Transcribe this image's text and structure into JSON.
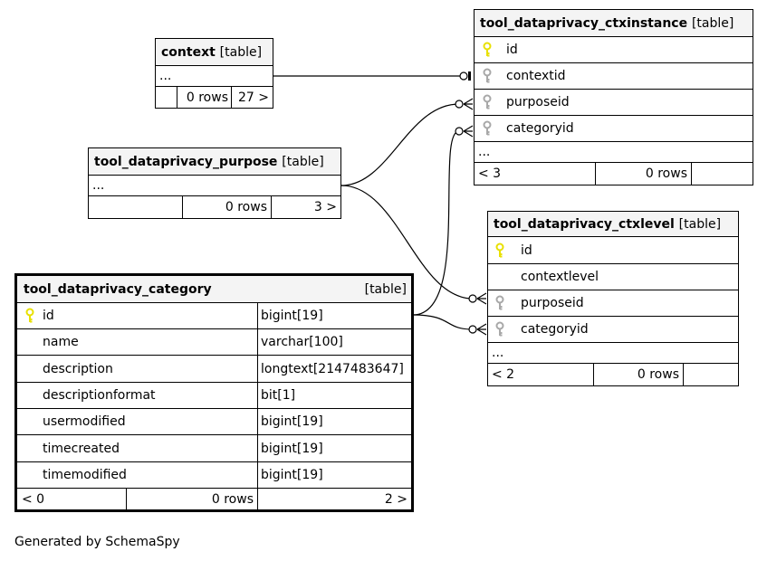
{
  "context": {
    "name": "context",
    "tag": "[table]",
    "ellipsis": "...",
    "rows": "0 rows",
    "children": "27 >"
  },
  "ctxinstance": {
    "name": "tool_dataprivacy_ctxinstance",
    "tag": "[table]",
    "columns": [
      "id",
      "contextid",
      "purposeid",
      "categoryid"
    ],
    "ellipsis": "...",
    "parents": "< 3",
    "rows": "0 rows"
  },
  "purpose": {
    "name": "tool_dataprivacy_purpose",
    "tag": "[table]",
    "ellipsis": "...",
    "rows": "0 rows",
    "children": "3 >"
  },
  "ctxlevel": {
    "name": "tool_dataprivacy_ctxlevel",
    "tag": "[table]",
    "columns": [
      "id",
      "contextlevel",
      "purposeid",
      "categoryid"
    ],
    "ellipsis": "...",
    "parents": "< 2",
    "rows": "0 rows"
  },
  "category": {
    "name": "tool_dataprivacy_category",
    "tag": "[table]",
    "columns": [
      {
        "name": "id",
        "type": "bigint[19]"
      },
      {
        "name": "name",
        "type": "varchar[100]"
      },
      {
        "name": "description",
        "type": "longtext[2147483647]"
      },
      {
        "name": "descriptionformat",
        "type": "bit[1]"
      },
      {
        "name": "usermodified",
        "type": "bigint[19]"
      },
      {
        "name": "timecreated",
        "type": "bigint[19]"
      },
      {
        "name": "timemodified",
        "type": "bigint[19]"
      }
    ],
    "parents": "< 0",
    "rows": "0 rows",
    "children": "2 >"
  },
  "footer": "Generated by SchemaSpy",
  "colors": {
    "primary_key": "#e8e000",
    "foreign_key": "#a8a8a8",
    "header_bg": "#f4f4f4"
  }
}
